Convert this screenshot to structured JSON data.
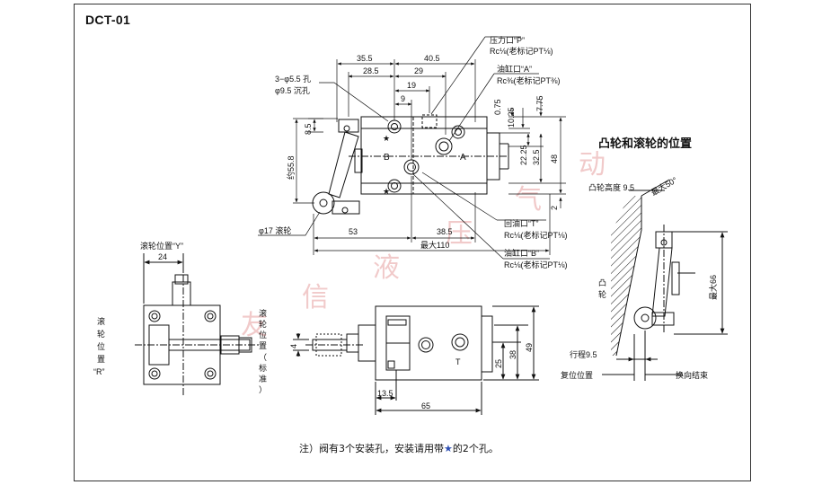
{
  "title": "DCT-01",
  "section_cam": "凸轮和滚轮的位置",
  "note": {
    "before": "注）阀有3个安装孔，安装请用带",
    "star": "★",
    "after": "的2个孔。"
  },
  "watermark": [
    "友",
    "信",
    "液",
    "压",
    "气",
    "动"
  ],
  "colors": {
    "star": "#2e4fb3",
    "line": "#111111",
    "watermark": "#e6a0a0"
  },
  "top_view": {
    "dims": {
      "d355": "35.5",
      "d405": "40.5",
      "d285": "28.5",
      "d29": "29",
      "d19": "19",
      "d9": "9",
      "d85": "8.5",
      "d558": "约55.8",
      "d075": "0.75",
      "d1025": "10.25",
      "d775": "7.75",
      "d2225": "22.25",
      "d325": "32.5",
      "d48": "48",
      "d2": "2",
      "d53": "53",
      "d385": "38.5",
      "dmax110": "最大110"
    },
    "holes_label1": "3−φ5.5 孔",
    "holes_label2": "φ9.5 沉孔",
    "port_b": "B",
    "port_a": "A",
    "roller_label": "φ17 滚轮",
    "ports": {
      "p_name": "压力口“P”",
      "p_spec": "Rc⅛(老标记PT⅛)",
      "a_name": "油缸口“A”",
      "a_spec": "Rc⅜(老标记PT⅜)",
      "t_name": "回油口“T”",
      "t_spec": "Rc⅛(老标记PT⅛)",
      "b_name": "油缸口“B”",
      "b_spec": "Rc⅛(老标记PT⅛)"
    }
  },
  "side_view": {
    "y_label": "滚轮位置“Y”",
    "d24": "24",
    "r_label": [
      "滚",
      "轮",
      "位",
      "置",
      "“R”"
    ],
    "std_label": [
      "滚",
      "轮",
      "位",
      "置",
      "（",
      "标",
      "准",
      "）"
    ]
  },
  "front_view": {
    "d4": "4",
    "d135": "13.5",
    "d65": "65",
    "d25": "25",
    "d38": "38",
    "d49": "49",
    "t": "T"
  },
  "cam_view": {
    "cam_height": "凸轮高度 9.5",
    "max50": "最大50°",
    "cam": [
      "凸",
      "轮"
    ],
    "max66": "最大66",
    "stroke": "行程9.5",
    "reset": "复位位置",
    "end": "换向结束"
  }
}
